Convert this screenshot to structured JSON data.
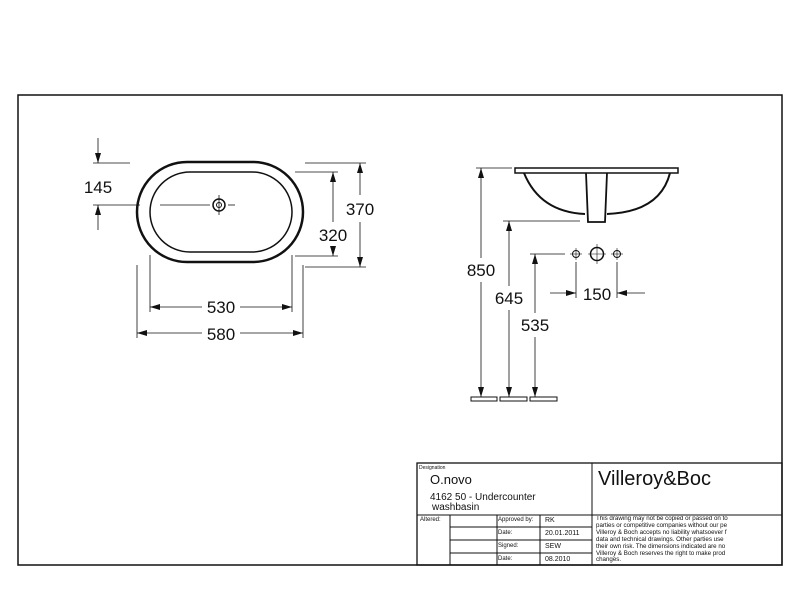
{
  "plan_view": {
    "dims": {
      "offset": "145",
      "depth_outer": "370",
      "depth_inner": "320",
      "width_inner": "530",
      "width_outer": "580"
    }
  },
  "side_view": {
    "dims": {
      "height_rim": "850",
      "height_outlet": "645",
      "height_tap": "535",
      "tap_spacing": "150"
    }
  },
  "title_block": {
    "designation_label": "Designation",
    "product_name": "O.novo",
    "product_desc_1": "4162 50 - Undercounter",
    "product_desc_2": "washbasin",
    "brand": "Villeroy&Boc",
    "altered_label": "Altered:",
    "rows": [
      {
        "label": "Approved by:",
        "value": "RK"
      },
      {
        "label": "Date:",
        "value": "20.01.2011"
      },
      {
        "label": "Signed:",
        "value": "SEW"
      },
      {
        "label": "Date:",
        "value": "08.2010"
      }
    ],
    "disclaimer": [
      "This drawing may not be copied or passed on to",
      "parties or competitive companies without our pe",
      "Villeroy & Boch accepts no liability whatsoever f",
      "data and technical drawings. Other parties use",
      "their own risk. The dimensions indicated are no",
      "Villeroy & Boch reserves the right to make prod",
      "changes."
    ]
  }
}
